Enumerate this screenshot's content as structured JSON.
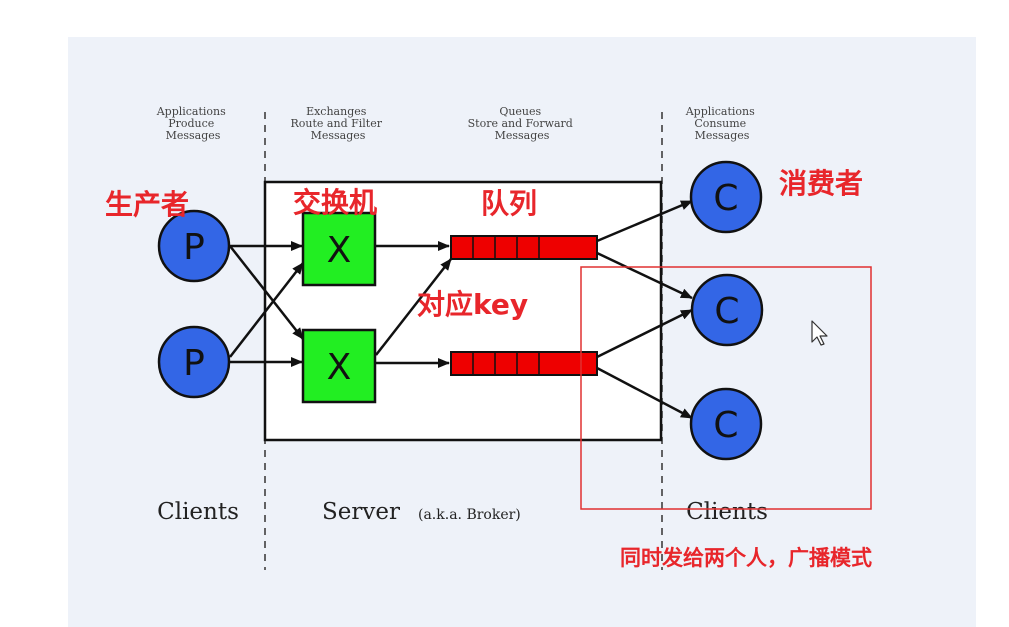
{
  "headers": {
    "producers": [
      "Applications",
      "Produce",
      "Messages"
    ],
    "exchanges": [
      "Exchanges",
      "Route and Filter",
      "Messages"
    ],
    "queues": [
      "Queues",
      "Store and Forward",
      "Messages"
    ],
    "consumers": [
      "Applications",
      "Consume",
      "Messages"
    ]
  },
  "footers": {
    "left_clients": "Clients",
    "server": "Server",
    "server_aka": "(a.k.a. Broker)",
    "right_clients": "Clients"
  },
  "nodes": {
    "producer_letter": "P",
    "exchange_letter": "X",
    "consumer_letter": "C"
  },
  "annotations": {
    "producer": "生产者",
    "exchange": "交换机",
    "queue": "队列",
    "binding_key": "对应key",
    "consumer": "消费者",
    "broadcast": "同时发给两个人，广播模式"
  },
  "colors": {
    "panel_bg": "#eef2f9",
    "client_node": "#3366e6",
    "exchange_node": "#22ee22",
    "queue_cells": "#ee0000",
    "annotation_red": "#e8262b",
    "highlight_box": "#e03030"
  },
  "icons": {
    "cursor": "mouse-pointer-icon"
  }
}
